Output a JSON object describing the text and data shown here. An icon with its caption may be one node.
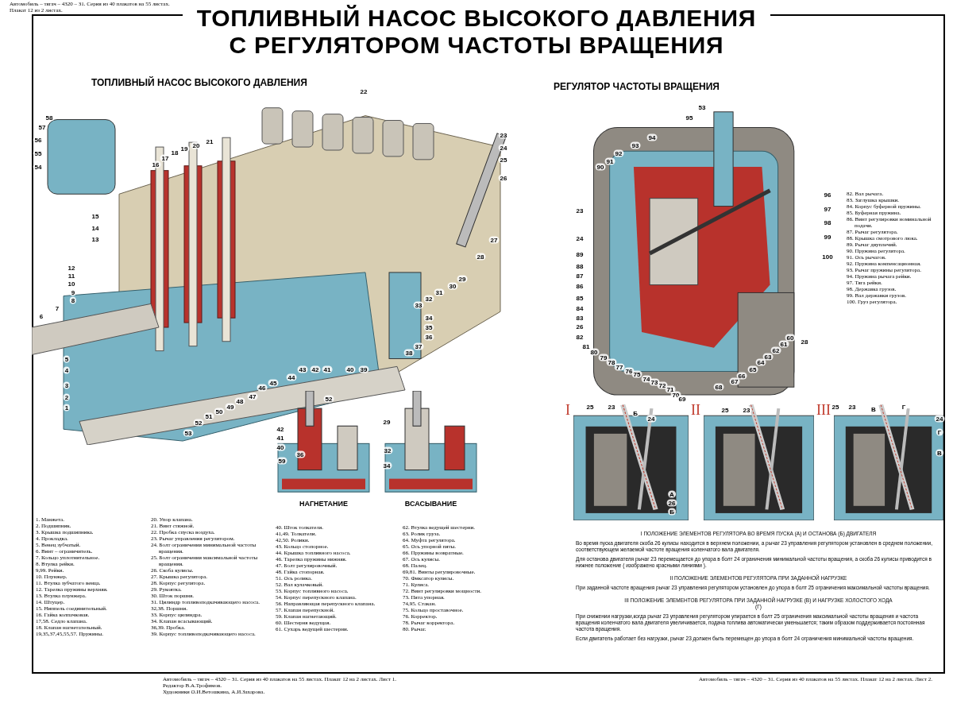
{
  "diagram": {
    "title": "ТОПЛИВНЫЙ НАСОС ВЫСОКОГО ДАВЛЕНИЯ С РЕГУЛЯТОРОМ ЧАСТОТЫ ВРАЩЕНИЯ",
    "nodes": [
      {
        "text": [
          "ТОПЛИВНЫЙ НАСОС ВЫСОКОГО ДАВЛЕНИЯ"
        ]
      },
      {
        "text": [
          "РЕГУЛЯТОР ЧАСТОТЫ ВРАЩЕНИЯ"
        ]
      },
      {
        "text": [
          "НАГНЕТАНИЕ"
        ]
      },
      {
        "text": [
          "ВСАСЫВАНИЕ"
        ]
      },
      {
        "text": [
          "I"
        ]
      },
      {
        "text": [
          "II"
        ]
      },
      {
        "text": [
          "III"
        ]
      }
    ],
    "labels": [
      "Автомобиль – тягач – 4320 – 31. Серия из 40 плакатов на 55 листах. Плакат 12 из 2 листах.",
      "58",
      "57",
      "56",
      "55",
      "54",
      "16",
      "17",
      "18",
      "19",
      "20",
      "21",
      "22",
      "23",
      "24",
      "25",
      "26",
      "15",
      "14",
      "13",
      "12",
      "11",
      "10",
      "9",
      "8",
      "7",
      "6",
      "27",
      "28",
      "29",
      "30",
      "31",
      "32",
      "33",
      "34",
      "35",
      "36",
      "37",
      "38",
      "5",
      "4",
      "3",
      "2",
      "1",
      "53",
      "52",
      "51",
      "50",
      "49",
      "48",
      "47",
      "46",
      "45",
      "44",
      "43",
      "42",
      "41",
      "40",
      "39",
      "52",
      "29",
      "42",
      "41",
      "40",
      "32",
      "36",
      "34",
      "59",
      "53",
      "95",
      "94",
      "93",
      "92",
      "91",
      "90",
      "23",
      "24",
      "89",
      "88",
      "87",
      "86",
      "85",
      "84",
      "83",
      "26",
      "82",
      "81",
      "80",
      "79",
      "78",
      "77",
      "76",
      "75",
      "74",
      "73",
      "72",
      "71",
      "70",
      "69",
      "68",
      "67",
      "66",
      "65",
      "64",
      "63",
      "62",
      "61",
      "60",
      "28",
      "96",
      "97",
      "98",
      "99",
      "100",
      "25",
      "23",
      "Б",
      "24",
      "А",
      "26",
      "Б",
      "25",
      "23",
      "25",
      "23",
      "В",
      "Г",
      "24",
      "Г",
      "В",
      "1. Манжета.",
      "2. Подшипник.",
      "3. Крышка подшипника.",
      "4. Прокладка.",
      "5. Венец зубчатый.",
      "6. Винт – ограничитель.",
      "7. Кольцо уплотнительное.",
      "8. Втулка рейки.",
      "9,99. Рейки.",
      "10. Плунжер.",
      "11. Втулка зубчатого венца.",
      "12. Тарелка пружины верхняя.",
      "13. Втулка плунжера.",
      "14. Штуцер.",
      "15. Ниппель соединительный.",
      "16. Гайка колпачковая.",
      "17,58. Седло клапана.",
      "18. Клапан нагнетательный.",
      "19,35,37,45,55,57. Пружины.",
      "20. Упор клапана.",
      "21. Винт стяжной.",
      "22. Пробка спуска воздуха.",
      "23. Рычаг управления регулятором.",
      "24. Болт ограничения минимальной частоты вращения.",
      "25. Болт ограничения максимальной частоты вращения.",
      "26. Скоба кулисы.",
      "27. Крышка регулятора.",
      "28. Корпус регулятора.",
      "29. Рукоятка.",
      "30. Шток поршня.",
      "31. Цилиндр топливоподкачивающего насоса.",
      "32,38. Поршни.",
      "33. Корпус цилиндра.",
      "34. Клапан всасывающий.",
      "36,39. Пробка.",
      "39. Корпус топливоподкачивающего насоса.",
      "40. Шток толкателя.",
      "41,49. Толкатели.",
      "42,50. Ролики.",
      "43. Кольцо стопорное.",
      "44. Крышка топливного насоса.",
      "46. Тарелка пружины нижняя.",
      "47. Болт регулировочный.",
      "48. Гайка стопорная.",
      "51. Ось ролика.",
      "52. Вал кулачковый.",
      "53. Корпус топливного насоса.",
      "54. Корпус перепускного клапана.",
      "56. Направляющая перепускного клапана.",
      "57. Клапан перепускной.",
      "59. Клапан нагнетающий.",
      "60. Шестерня ведущая.",
      "61. Сухарь ведущей шестерни.",
      "62. Втулка ведущей шестерни.",
      "63. Ролик груза.",
      "64. Муфта регулятора.",
      "65. Ось упорной пяты.",
      "66. Пружины возвратные.",
      "67. Ось кулисы.",
      "68. Палец.",
      "69,81. Винты регулировочные.",
      "70. Фиксатор кулисы.",
      "71. Кулиса.",
      "72. Винт регулировки мощности.",
      "73. Пята упорная.",
      "74,95. Стакан.",
      "75. Кольцо проставочное.",
      "76. Корректор.",
      "78. Рычаг корректора.",
      "80. Рычаг.",
      "82. Вал рычага.",
      "83. Заглушка крышки.",
      "84. Корпус буферной пружины.",
      "85. Буферная пружина.",
      "86. Винт регулировки номинальной подачи.",
      "87. Рычаг регулятора.",
      "88. Крышка смотрового люка.",
      "89. Рычаг двуплечий.",
      "90. Пружина регулятора.",
      "91. Ось рычагов.",
      "92. Пружина компенсационная.",
      "93. Рычаг пружины регулятора.",
      "94. Пружина рычага рейки.",
      "97. Тяга рейки.",
      "98. Державка грузов.",
      "99. Вал державки грузов.",
      "100. Груз регулятора.",
      "I ПОЛОЖЕНИЕ ЭЛЕМЕНТОВ РЕГУЛЯТОРА ВО ВРЕМЯ ПУСКА (А) И ОСТАНОВА (Б) ДВИГАТЕЛЯ",
      "Во время пуска двигателя скоба 26 кулисы находится в верхнем положении, а рычаг 23 управления регулятором установлен в среднем положении, соответствующем желаемой частоте вращения коленчатого вала двигателя.",
      "Для останова двигателя рычаг 23 перемещается до упора в болт 24 ограничения минимальной частоты вращения, а скоба 26 кулисы приводится в нижнее положение ( изображено красными линиями ).",
      "II ПОЛОЖЕНИЕ ЭЛЕМЕНТОВ РЕГУЛЯТОРА ПРИ ЗАДАННОЙ НАГРУЗКЕ",
      "При заданной частоте вращения рычаг 23 управления регулятором установлен до упора в болт 25 ограничения максимальной частоты вращения.",
      "III ПОЛОЖЕНИЕ ЭЛЕМЕНТОВ РЕГУЛЯТОРА ПРИ ЗАДАННОЙ НАГРУЗКЕ (В) И НАГРУЗКЕ ХОЛОСТОГО ХОДА (Г)",
      "При снижении нагрузки,когда рычаг 23 управления регулятором упирается в болт 25 ограничения максимальной частоты вращения и частота вращения коленчатого вала двигателя увеличивается, подача топлива автоматически уменьшается; таким образом поддерживается постоянная частота вращения.",
      "Если двигатель работает без нагрузки, рычаг 23 должен быть перемещен до упора в болт 24 ограничения минимальной частоты вращения.",
      "Автомобиль – тягач – 4320 – 31. Серия из 40 плакатов на 55 листах. Плакат 12 на 2 листах. Лист 1.",
      "Редактор В.А.Трофимов.",
      "Художники О.И.Ветошкина, А.И.Захарова.",
      "Автомобиль – тягач – 4320 – 31. Серия из 40 плакатов на 55 листах. Плакат 12 на 2 листах. Лист 2."
    ]
  }
}
